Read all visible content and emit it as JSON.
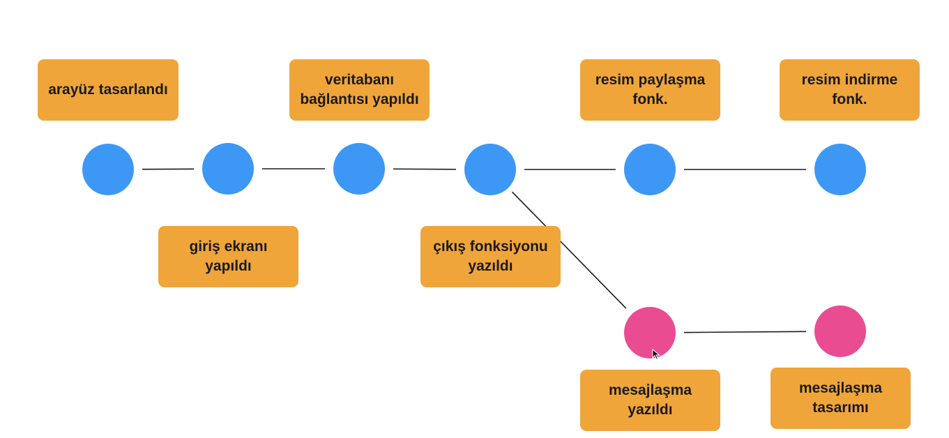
{
  "colors": {
    "main_node": "#3D98F5",
    "branch_node": "#EA4C92",
    "label_bg": "#F0A53A",
    "edge": "#1a1a1a"
  },
  "labels": [
    "arayüz tasarlandı",
    "giriş ekranı\nyapıldı",
    "veritabanı\nbağlantısı yapıldı",
    "çıkış fonksiyonu\nyazıldı",
    "resim paylaşma\nfonk.",
    "resim indirme\nfonk.",
    "mesajlaşma\nyazıldı",
    "mesajlaşma\ntasarımı"
  ],
  "nodes": [
    {
      "id": "n0",
      "branch": "main"
    },
    {
      "id": "n1",
      "branch": "main"
    },
    {
      "id": "n2",
      "branch": "main"
    },
    {
      "id": "n3",
      "branch": "main"
    },
    {
      "id": "n4",
      "branch": "main"
    },
    {
      "id": "n5",
      "branch": "main"
    },
    {
      "id": "b0",
      "branch": "side"
    },
    {
      "id": "b1",
      "branch": "side"
    }
  ],
  "edges": [
    [
      "n0",
      "n1"
    ],
    [
      "n1",
      "n2"
    ],
    [
      "n2",
      "n3"
    ],
    [
      "n3",
      "n4"
    ],
    [
      "n4",
      "n5"
    ],
    [
      "n3",
      "b0"
    ],
    [
      "b0",
      "b1"
    ]
  ],
  "icons": {
    "cursor": "mouse-pointer-icon"
  }
}
